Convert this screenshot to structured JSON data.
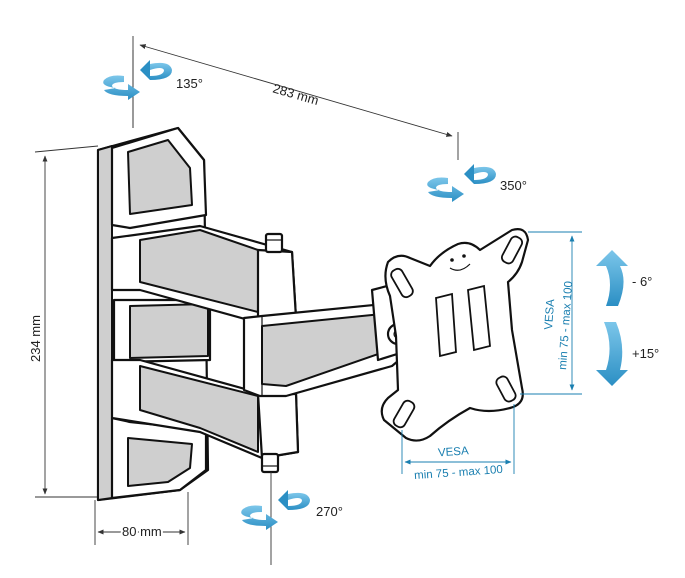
{
  "dimensions": {
    "arm_length": "283 mm",
    "plate_height": "234 mm",
    "plate_width": "80 mm"
  },
  "rotations": {
    "wall_pivot": "135°",
    "arm_pivot": "270°",
    "head_pivot": "350°",
    "tilt_up": "- 6°",
    "tilt_down": "+15°"
  },
  "vesa": {
    "horizontal_title": "VESA",
    "horizontal_range": "min 75 - max 100",
    "vertical_title": "VESA",
    "vertical_range": "min 75 - max 100"
  },
  "colors": {
    "arrow_blue": "#3aa0d0",
    "dimension_blue": "#1a7fb0",
    "outline": "#111111"
  },
  "icons": [
    "rotation-arrow-icon",
    "tilt-arrow-icon",
    "smiley-face-icon"
  ]
}
